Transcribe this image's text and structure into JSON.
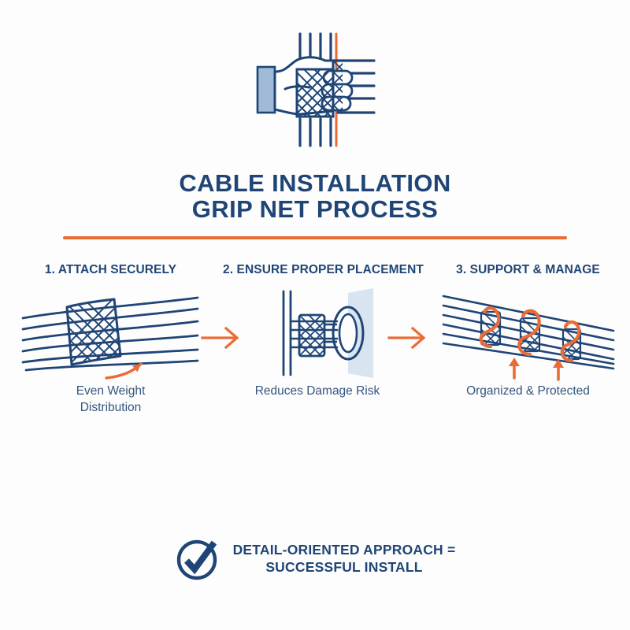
{
  "colors": {
    "background": "#fdfdfd",
    "navy": "#1f4576",
    "navy_text": "#34557f",
    "orange": "#ec6b35",
    "light_blue": "#9fbbd8",
    "pale_blue": "#d8e4f0"
  },
  "hero": {
    "icon_name": "hand-gripping-cable-mesh-illustration",
    "alt": "Hand gripping a woven mesh grip net around a bundle of cables"
  },
  "title": {
    "line1": "CABLE INSTALLATION",
    "line2": "GRIP NET PROCESS"
  },
  "divider": {
    "name": "orange-divider-rule"
  },
  "steps": [
    {
      "id": "step-1",
      "heading": "1. ATTACH SECURELY",
      "caption_line1": "Even Weight",
      "caption_line2": "Distribution",
      "art_name": "cable-mesh-grip-sleeve-illustration"
    },
    {
      "id": "step-2",
      "heading": "2. ENSURE PROPER PLACEMENT",
      "caption_line1": "Reduces Damage Risk",
      "caption_line2": "",
      "art_name": "wall-penetration-grip-eye-illustration"
    },
    {
      "id": "step-3",
      "heading": "3. SUPPORT & MANAGE",
      "caption_line1": "Organized & Protected",
      "caption_line2": "",
      "art_name": "cable-support-hooks-illustration"
    }
  ],
  "connectors": [
    {
      "name": "arrow-right-icon-1"
    },
    {
      "name": "arrow-right-icon-2"
    }
  ],
  "footer": {
    "badge_name": "check-circle-icon",
    "line1": "DETAIL-ORIENTED APPROACH =",
    "line2": "SUCCESSFUL INSTALL"
  }
}
